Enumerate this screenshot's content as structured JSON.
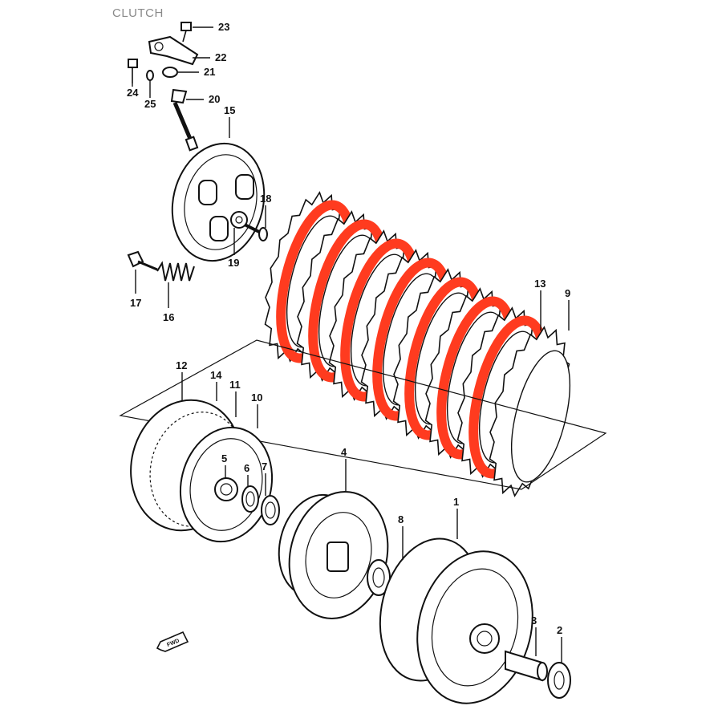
{
  "title": "CLUTCH",
  "colors": {
    "highlight": "#ff3b1f",
    "line": "#111111",
    "title": "#8a8a8a",
    "background": "#ffffff"
  },
  "fwd_label": "FWD",
  "callouts": [
    "1",
    "2",
    "3",
    "4",
    "5",
    "6",
    "7",
    "8",
    "9",
    "10",
    "11",
    "12",
    "13",
    "14",
    "15",
    "16",
    "17",
    "18",
    "19",
    "20",
    "21",
    "22",
    "23",
    "24",
    "25"
  ]
}
